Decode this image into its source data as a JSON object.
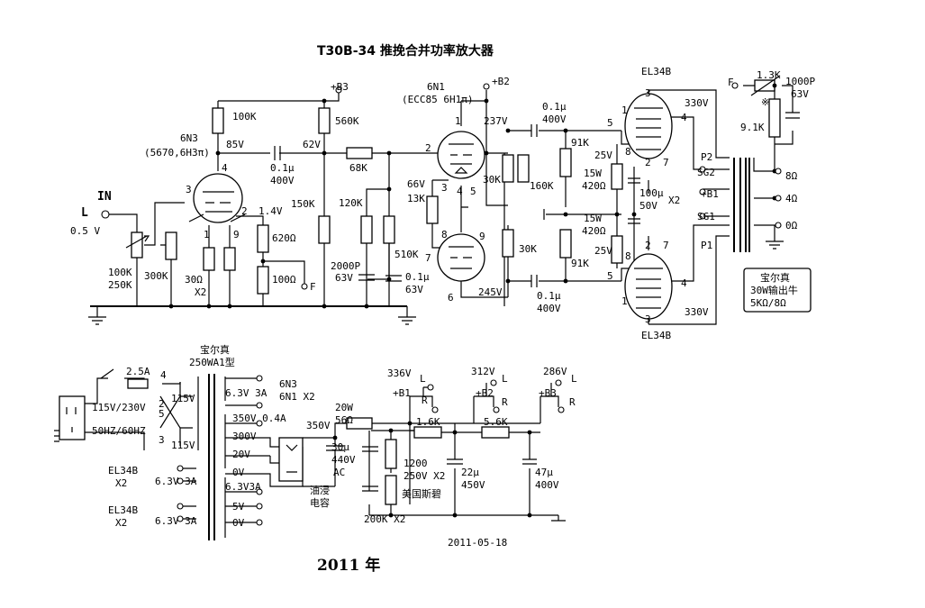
{
  "title": "T30B-34 推挽合并功率放大器",
  "date": "2011-05-18",
  "year": "2011 年",
  "input": {
    "in_label": "IN",
    "channel": "L",
    "level": "0.5 V"
  },
  "tubes": {
    "v1": {
      "name": "6N3",
      "equiv": "(5670,6H3π)"
    },
    "v2": {
      "name": "6N1",
      "equiv": "(ECC85 6H1π)"
    },
    "v3_top": "EL34B",
    "v3_bottom": "EL34B"
  },
  "supply_labels": {
    "b3": "+B3",
    "b2": "+B2",
    "b1": "+B1"
  },
  "amp_labels": {
    "r_plate_v1": "100K",
    "r_dec_v1": "560K",
    "v_plate_v1": "85V",
    "v_node_62": "62V",
    "c_couple_1": "0.1μ",
    "c_couple_1v": "400V",
    "r_68k": "68K",
    "r_150k": "150K",
    "r_120k": "120K",
    "r_510k": "510K",
    "c_2000p": "2000P",
    "c_2000p_v": "63V",
    "c_01_63": "0.1μ",
    "c_01_63v": "63V",
    "vr_in": "100K",
    "vr_in2": "250K",
    "r_300k": "300K",
    "r_30": "30Ω",
    "x2a": "X2",
    "v_14": "1.4V",
    "r_620": "620Ω",
    "r_100": "100Ω",
    "fb_f": "F",
    "v2_plate": "237V",
    "v2_cath": "66V",
    "r_13k": "13K",
    "v2_bottom": "245V",
    "r_30k_a": "30K",
    "r_160k": "160K",
    "r_30k_b": "30K",
    "c_out_a": "0.1μ",
    "c_out_av": "400V",
    "c_out_b": "0.1μ",
    "c_out_bv": "400V",
    "r_91k_a": "91K",
    "r_91k_b": "91K",
    "v_25a": "25V",
    "r_15w_a": "15W",
    "r_420_a": "420Ω",
    "v_25b": "25V",
    "r_15w_b": "15W",
    "r_420_b": "420Ω",
    "c_100u": "100μ",
    "c_100u_v": "50V",
    "c_100u_x": "X2",
    "v_330_top": "330V",
    "v_330_bot": "330V",
    "p2": "P2",
    "sg2": "SG2",
    "b1": "+B1",
    "sg1": "SG1",
    "p1": "P1",
    "fb_f2": "F",
    "r_13k_fb": "1.3K",
    "r_91k_fb": "9.1K",
    "c_1000p": "1000P",
    "c_1000p_v": "63V",
    "asterisk": "※",
    "tap_8": "8Ω",
    "tap_4": "4Ω",
    "tap_0": "0Ω",
    "pins": [
      "1",
      "2",
      "3",
      "4",
      "5",
      "6",
      "7",
      "8",
      "9"
    ]
  },
  "output_tx": {
    "line1": "宝尔真",
    "line2": "30W输出牛",
    "line3": "5KΩ/8Ω"
  },
  "power": {
    "tx_name": "宝尔真",
    "tx_model": "250WA1型",
    "mains": "115V/230V",
    "freq": "50HZ/60HZ",
    "fuse": "2.5A",
    "pri_a": "115V",
    "pri_b": "115V",
    "pin4": "4",
    "pin2": "2",
    "pin5": "5",
    "pin3": "3",
    "heater1": "6.3V 3A",
    "heater1_tubes1": "6N3",
    "heater1_tubes2": "6N1 X2",
    "hv": "350V 0.4A",
    "hv300": "300V",
    "hv20": "20V",
    "hv0": "0V",
    "heater_el_a": "EL34B",
    "heater_el_a_x": "X2",
    "heater_el_a_v": "6.3V 3A",
    "heater_el_b": "EL34B",
    "heater_el_b_x": "X2",
    "heater_el_b_v": "6.3V 3A",
    "h63": "6.3V3A",
    "h5": "5V",
    "h0": "0V",
    "rect_v": "350V",
    "c_rect": "30μ",
    "c_rect_v": "440V",
    "c_rect_ac": "AC",
    "oil_cap_1": "油浸",
    "oil_cap_2": "电容",
    "r_20w": "20W",
    "r_56": "56Ω",
    "v336": "336V",
    "v312": "312V",
    "v286": "286V",
    "r_16k": "1.6K",
    "r_56k": "5.6K",
    "c_1200": "1200",
    "c_1200v": "250V X2",
    "c_brand": "美国斯碧",
    "c_22": "22μ",
    "c_22v": "450V",
    "c_47": "47μ",
    "c_47v": "400V",
    "r_200k": "200K X2",
    "l": "L",
    "r": "R"
  }
}
